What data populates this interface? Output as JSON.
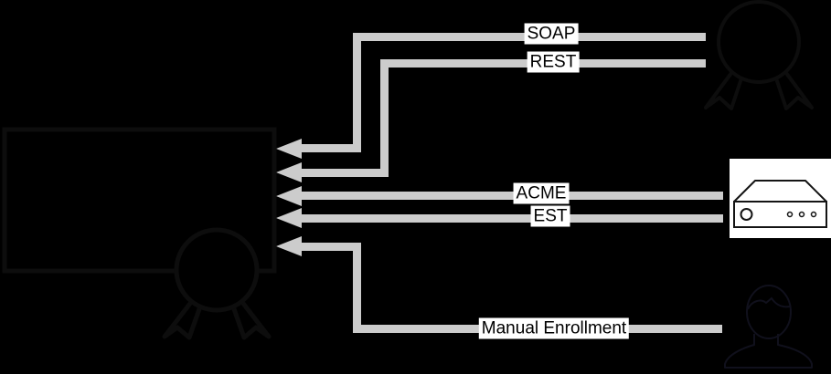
{
  "diagram": {
    "description": "certificate-enrollment-protocols"
  },
  "connectors": {
    "soap": {
      "label": "SOAP"
    },
    "rest": {
      "label": "REST"
    },
    "acme": {
      "label": "ACME"
    },
    "est": {
      "label": "EST"
    },
    "manual": {
      "label": "Manual Enrollment"
    }
  },
  "icons": {
    "left": "certificate-document-icon",
    "top_right": "award-ribbon-icon",
    "middle_right": "server-appliance-icon",
    "bottom_right": "person-icon",
    "arrowheads": "arrowhead-icon"
  },
  "colors": {
    "background": "#000000",
    "line": "#cccccc",
    "label_background": "#ffffff",
    "label_text": "#000000",
    "icon_stroke": "#0d0d0d",
    "server_box_background": "#ffffff"
  }
}
